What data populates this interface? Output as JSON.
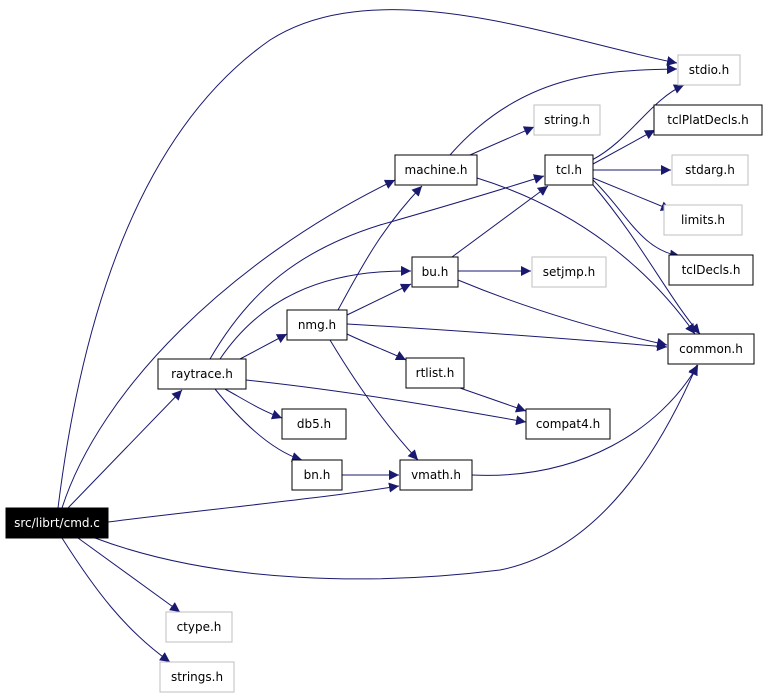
{
  "nodes": [
    {
      "id": "src_librt_cmd_c",
      "label": "src/librt/cmd.c",
      "kind": "root"
    },
    {
      "id": "stdio_h",
      "label": "stdio.h",
      "kind": "external"
    },
    {
      "id": "string_h",
      "label": "string.h",
      "kind": "external"
    },
    {
      "id": "machine_h",
      "label": "machine.h",
      "kind": "local"
    },
    {
      "id": "tcl_h",
      "label": "tcl.h",
      "kind": "local"
    },
    {
      "id": "tclPlatDecls_h",
      "label": "tclPlatDecls.h",
      "kind": "local"
    },
    {
      "id": "stdarg_h",
      "label": "stdarg.h",
      "kind": "external"
    },
    {
      "id": "limits_h",
      "label": "limits.h",
      "kind": "external"
    },
    {
      "id": "tclDecls_h",
      "label": "tclDecls.h",
      "kind": "local"
    },
    {
      "id": "bu_h",
      "label": "bu.h",
      "kind": "local"
    },
    {
      "id": "setjmp_h",
      "label": "setjmp.h",
      "kind": "external"
    },
    {
      "id": "nmg_h",
      "label": "nmg.h",
      "kind": "local"
    },
    {
      "id": "common_h",
      "label": "common.h",
      "kind": "local"
    },
    {
      "id": "raytrace_h",
      "label": "raytrace.h",
      "kind": "local"
    },
    {
      "id": "rtlist_h",
      "label": "rtlist.h",
      "kind": "local"
    },
    {
      "id": "db5_h",
      "label": "db5.h",
      "kind": "local"
    },
    {
      "id": "compat4_h",
      "label": "compat4.h",
      "kind": "local"
    },
    {
      "id": "bn_h",
      "label": "bn.h",
      "kind": "local"
    },
    {
      "id": "vmath_h",
      "label": "vmath.h",
      "kind": "local"
    },
    {
      "id": "ctype_h",
      "label": "ctype.h",
      "kind": "external"
    },
    {
      "id": "strings_h",
      "label": "strings.h",
      "kind": "external"
    }
  ],
  "edges": [
    {
      "from": "src_librt_cmd_c",
      "to": "stdio_h"
    },
    {
      "from": "src_librt_cmd_c",
      "to": "machine_h"
    },
    {
      "from": "src_librt_cmd_c",
      "to": "raytrace_h"
    },
    {
      "from": "src_librt_cmd_c",
      "to": "vmath_h"
    },
    {
      "from": "src_librt_cmd_c",
      "to": "common_h"
    },
    {
      "from": "src_librt_cmd_c",
      "to": "ctype_h"
    },
    {
      "from": "src_librt_cmd_c",
      "to": "strings_h"
    },
    {
      "from": "machine_h",
      "to": "stdio_h"
    },
    {
      "from": "machine_h",
      "to": "string_h"
    },
    {
      "from": "machine_h",
      "to": "common_h"
    },
    {
      "from": "tcl_h",
      "to": "stdio_h"
    },
    {
      "from": "tcl_h",
      "to": "tclPlatDecls_h"
    },
    {
      "from": "tcl_h",
      "to": "stdarg_h"
    },
    {
      "from": "tcl_h",
      "to": "limits_h"
    },
    {
      "from": "tcl_h",
      "to": "tclDecls_h"
    },
    {
      "from": "tcl_h",
      "to": "common_h"
    },
    {
      "from": "bu_h",
      "to": "tcl_h"
    },
    {
      "from": "bu_h",
      "to": "setjmp_h"
    },
    {
      "from": "bu_h",
      "to": "common_h"
    },
    {
      "from": "nmg_h",
      "to": "machine_h"
    },
    {
      "from": "nmg_h",
      "to": "bu_h"
    },
    {
      "from": "nmg_h",
      "to": "common_h"
    },
    {
      "from": "nmg_h",
      "to": "rtlist_h"
    },
    {
      "from": "nmg_h",
      "to": "vmath_h"
    },
    {
      "from": "raytrace_h",
      "to": "tcl_h"
    },
    {
      "from": "raytrace_h",
      "to": "bu_h"
    },
    {
      "from": "raytrace_h",
      "to": "nmg_h"
    },
    {
      "from": "raytrace_h",
      "to": "db5_h"
    },
    {
      "from": "raytrace_h",
      "to": "compat4_h"
    },
    {
      "from": "raytrace_h",
      "to": "bn_h"
    },
    {
      "from": "rtlist_h",
      "to": "compat4_h"
    },
    {
      "from": "bn_h",
      "to": "vmath_h"
    },
    {
      "from": "vmath_h",
      "to": "common_h"
    }
  ],
  "colors": {
    "edge": "#191970",
    "local_border": "#000000",
    "external_border": "#bfbfbf",
    "root_fill": "#000000",
    "root_text": "#ffffff",
    "text": "#000000",
    "node_fill": "#ffffff"
  }
}
